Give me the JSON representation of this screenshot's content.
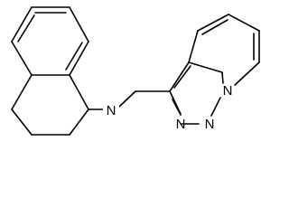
{
  "molecule": {
    "atoms": {
      "amine_n": "N",
      "triazole_n1": "N",
      "triazole_n2": "N",
      "bridgehead_n": "N"
    },
    "colors": {
      "bond": "#000000",
      "background": "#ffffff",
      "label": "#000000"
    }
  }
}
